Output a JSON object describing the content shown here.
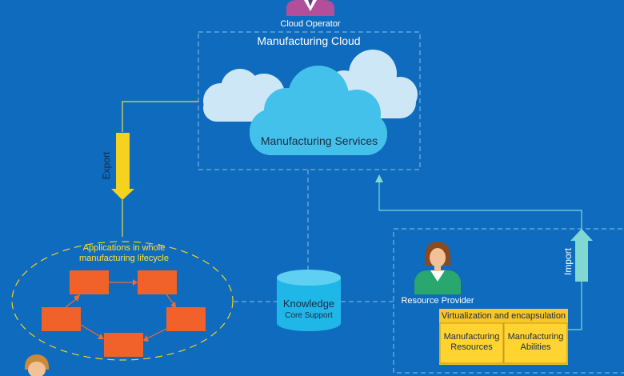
{
  "diagram": {
    "cloud_operator_label": "Cloud Operator",
    "cloud_title": "Manufacturing Cloud",
    "services_label": "Manufacturing Services",
    "export_label": "Export",
    "import_label": "Import",
    "lifecycle_label_line1": "Applications in whole",
    "lifecycle_label_line2": "manufacturing lifecycle",
    "knowledge_label": "Knowledge",
    "knowledge_sub": "Core Support",
    "resource_provider_label": "Resource Provider",
    "virtualization_label": "Virtualization and encapsulation",
    "resources_line1": "Manufacturing",
    "resources_line2": "Resources",
    "abilities_line1": "Manufacturing",
    "abilities_line2": "Abilities"
  },
  "colors": {
    "background": "#0e6bbd",
    "export_arrow": "#f4d21f",
    "import_arrow": "#7fd9d2",
    "process_box": "#f0622a",
    "resource_box": "#ffd432",
    "cloud_front": "#44c1ea",
    "cloud_back": "#cde7f6",
    "database": "#1fb7e8"
  }
}
